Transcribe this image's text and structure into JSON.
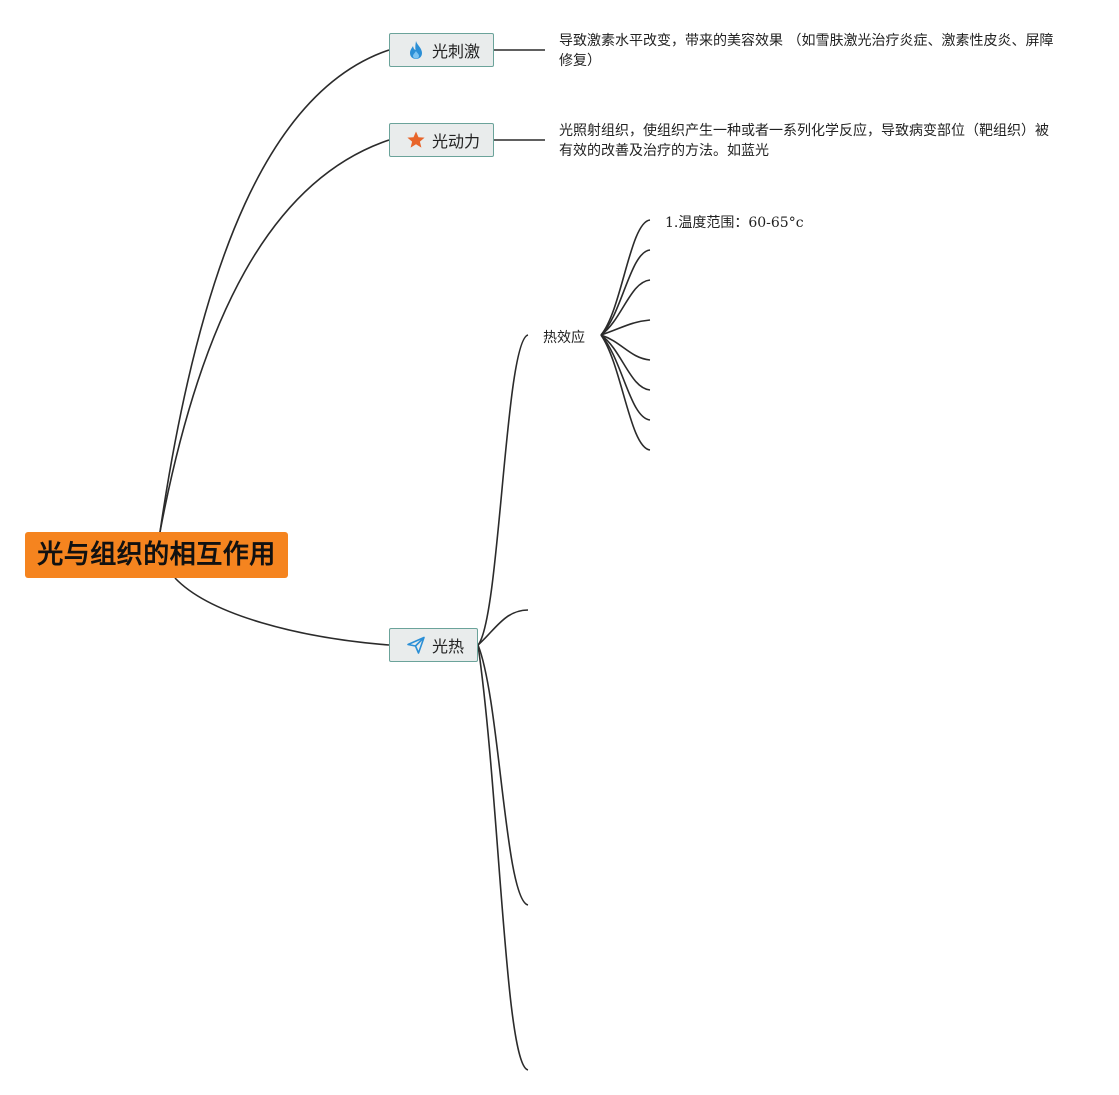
{
  "root": {
    "title": "光与组织的相互作用",
    "color": "#f5841f"
  },
  "branches": [
    {
      "id": "stimulation",
      "label": "光刺激",
      "icon": "flame-icon",
      "icon_color": "#2b8fd6",
      "description": "导致激素水平改变，带来的美容效果 （如雪肤激光治疗炎症、激素性皮炎、屏障修复）"
    },
    {
      "id": "dynamic",
      "label": "光动力",
      "icon": "star-icon",
      "icon_color": "#e8652a",
      "description": "光照射组织，使组织产生一种或者一系列化学反应，导致病变部位（靶组织）被有效的改善及治疗的方法。如蓝光"
    },
    {
      "id": "heat",
      "label": "光热",
      "icon": "paper-plane-icon",
      "icon_color": "#2b8fd6",
      "children": [
        {
          "label": "热效应",
          "children": [
            {
              "label": "1.温度范围：60-65°c"
            }
          ]
        }
      ]
    }
  ],
  "colors": {
    "node_fill": "#e9ecec",
    "node_border": "#6ba39a",
    "connector": "#2b2b2b"
  }
}
